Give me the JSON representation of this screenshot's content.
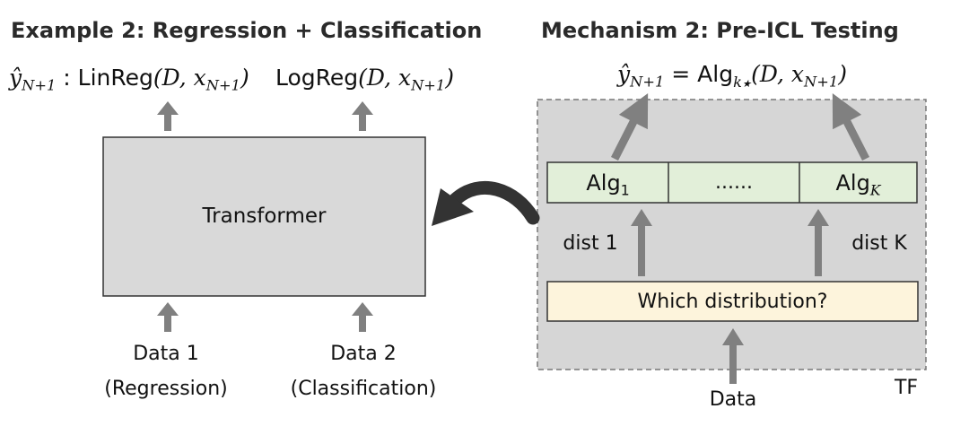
{
  "left": {
    "title": "Example 2: Regression + Classification",
    "output_label": "ŷN+1 :",
    "linreg": "LinReg",
    "logreg": "LogReg",
    "args": "(D, xN+1)",
    "transformer": "Transformer",
    "data1_line1": "Data 1",
    "data1_line2": "(Regression)",
    "data2_line1": "Data 2",
    "data2_line2": "(Classification)"
  },
  "right": {
    "title": "Mechanism 2: Pre-ICL Testing",
    "output_formula": "ŷN+1 = Algk⋆(D, xN+1)",
    "alg1": "Alg1",
    "dots": "......",
    "algK": "AlgK",
    "dist1": "dist 1",
    "distK": "dist K",
    "which": "Which distribution?",
    "data": "Data",
    "tf": "TF"
  },
  "colors": {
    "arrow": "#808080",
    "transformer_fill": "#d9d9d9",
    "tf_fill": "#d6d6d6",
    "alg_fill": "#e2efd9",
    "which_fill": "#fdf4dc",
    "big_arrow": "#333333"
  }
}
